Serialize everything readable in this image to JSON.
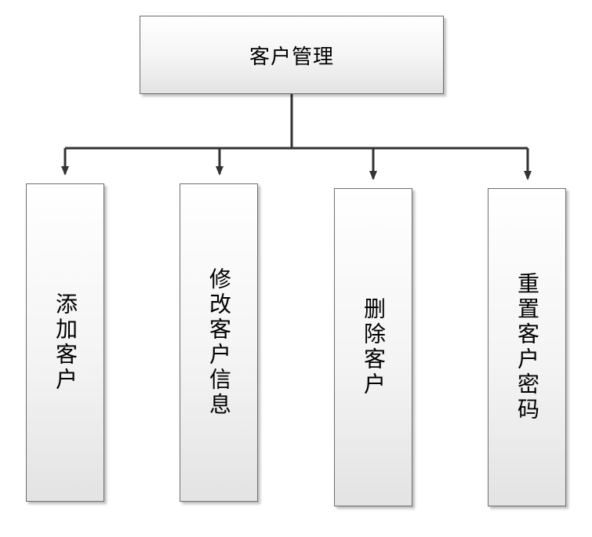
{
  "diagram": {
    "root": {
      "label": "客户管理"
    },
    "children": [
      {
        "label": "添加客户"
      },
      {
        "label": "修改客户信息"
      },
      {
        "label": "删除客户"
      },
      {
        "label": "重置客户密码"
      }
    ]
  },
  "colors": {
    "line": "#333333",
    "border": "#6e6e6e",
    "fill_top": "#ffffff",
    "fill_bottom": "#e3e3e3"
  }
}
